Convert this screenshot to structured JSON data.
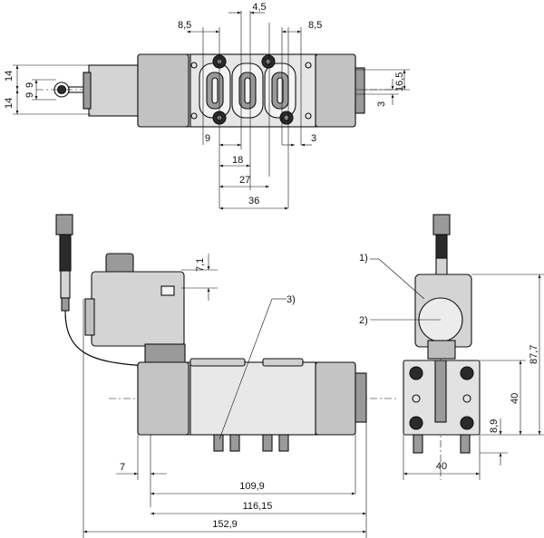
{
  "top_view": {
    "dims": {
      "d_8_5_left": "8,5",
      "d_4_5": "4,5",
      "d_8_5_right": "8,5",
      "d_14_top": "14",
      "d_9_left_a": "9",
      "d_9_left_b": "9",
      "d_14_bottom": "14",
      "d_16_5": "16,5",
      "d_3_right": "3",
      "d_9_bottom": "9",
      "d_3_bottom": "3",
      "d_18": "18",
      "d_27": "27",
      "d_36": "36"
    }
  },
  "side_view": {
    "dims": {
      "d_7_1": "7,1",
      "d_7": "7",
      "d_109_9": "109,9",
      "d_116_15": "116,15",
      "d_152_9": "152,9"
    },
    "callouts": {
      "c3": "3)"
    }
  },
  "end_view": {
    "dims": {
      "d_87_7": "87,7",
      "d_40_v": "40",
      "d_8_9": "8,9",
      "d_40_h": "40"
    },
    "callouts": {
      "c1": "1)",
      "c2": "2)"
    }
  }
}
